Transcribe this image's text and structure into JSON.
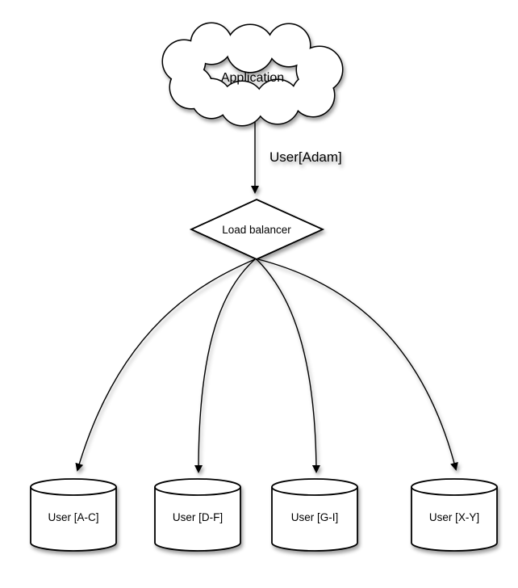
{
  "diagram": {
    "application": {
      "label": "Application"
    },
    "edge": {
      "label": "User[Adam]"
    },
    "load_balancer": {
      "label": "Load balancer"
    },
    "shards": [
      {
        "label": "User [A-C]"
      },
      {
        "label": "User [D-F]"
      },
      {
        "label": "User [G-I]"
      },
      {
        "label": "User [X-Y]"
      }
    ],
    "colors": {
      "line": "#000000",
      "shape_fill": "#ffffff",
      "background": "#ffffff",
      "shadow": "rgba(0,0,0,0.38)"
    }
  }
}
